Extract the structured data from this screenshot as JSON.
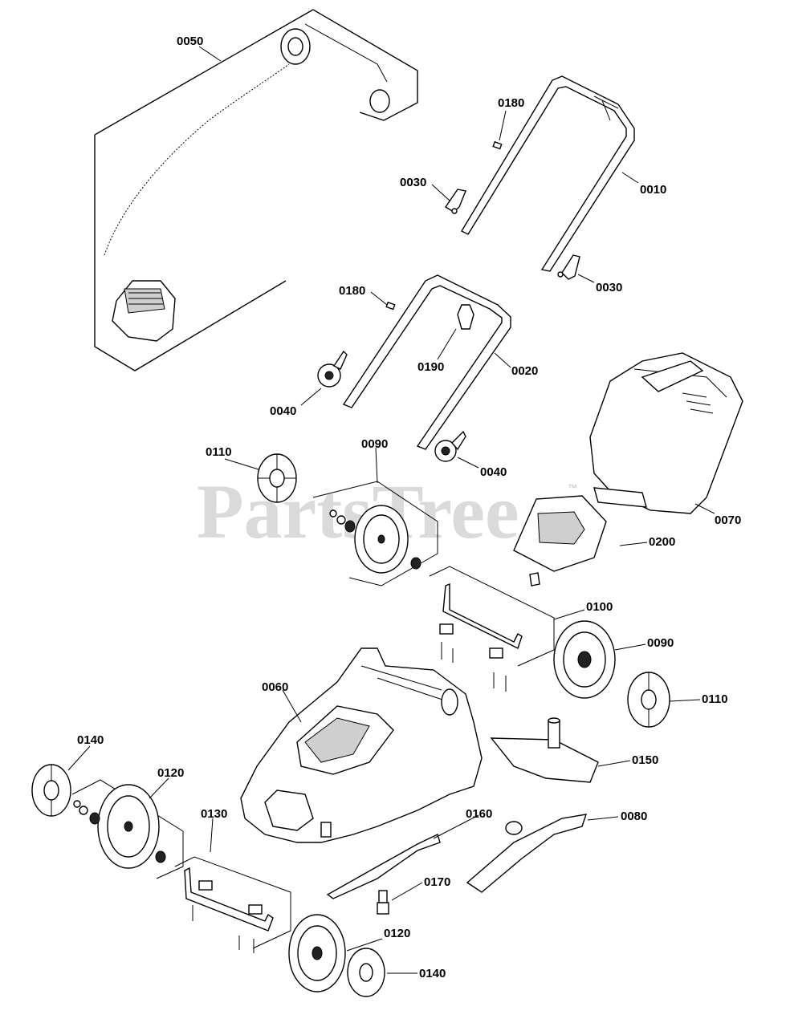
{
  "diagram": {
    "callouts": [
      "0050",
      "0180",
      "0030",
      "0010",
      "0030",
      "0180",
      "0190",
      "0020",
      "0040",
      "0040",
      "0110",
      "0090",
      "0070",
      "0200",
      "0100",
      "0090",
      "0110",
      "0060",
      "0140",
      "0120",
      "0150",
      "0130",
      "0160",
      "0080",
      "0170",
      "0120",
      "0140"
    ],
    "watermark": "PartsTree",
    "trademark": "™"
  }
}
